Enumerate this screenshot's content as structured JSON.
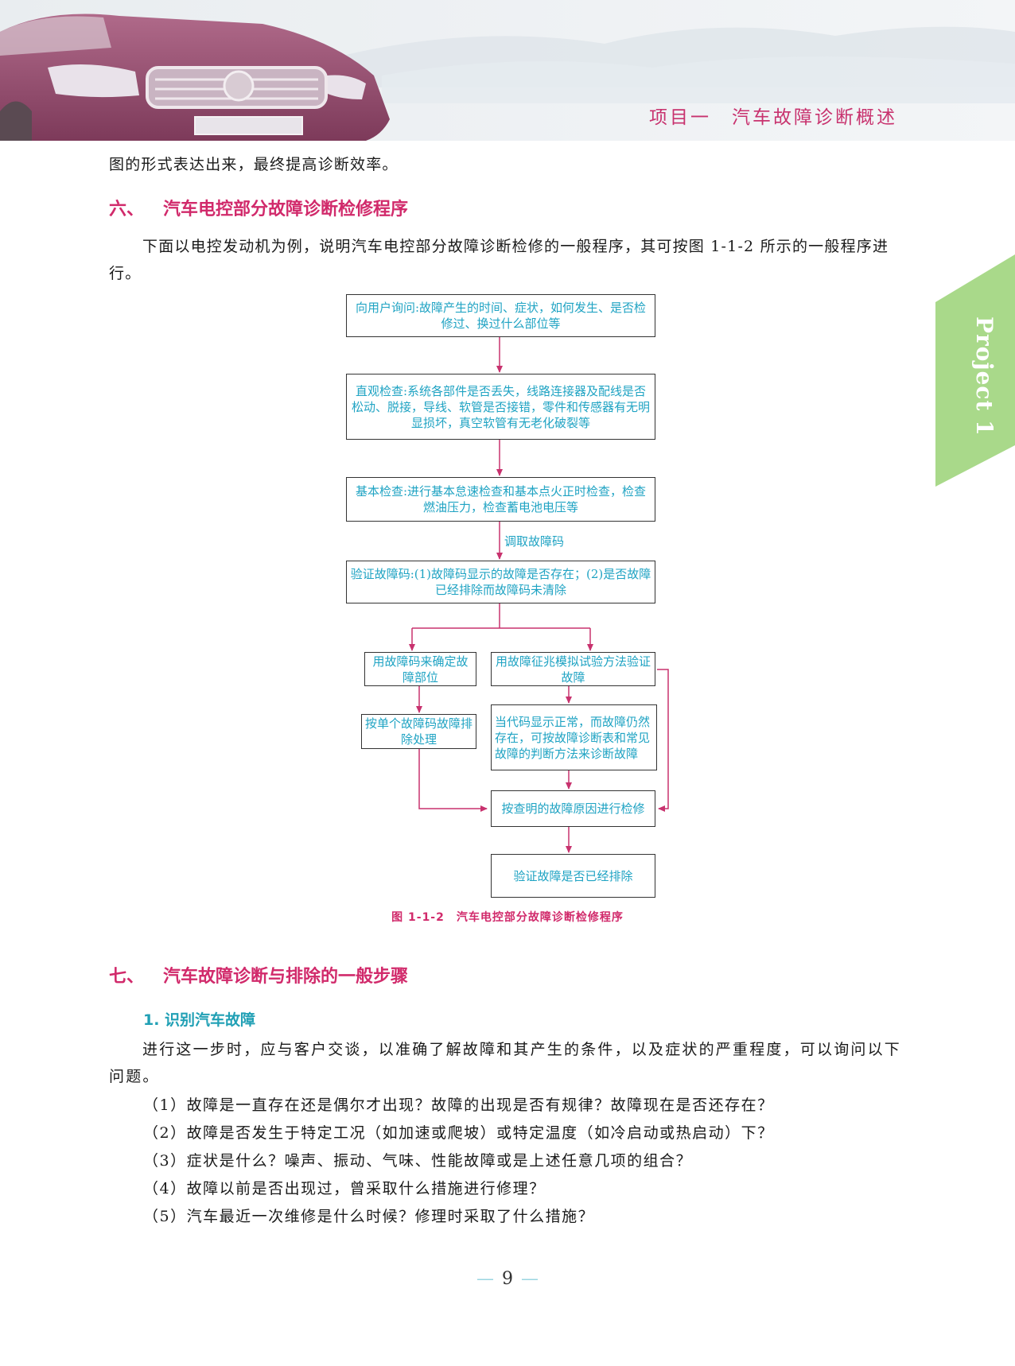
{
  "header": {
    "chapter_title": "项目一　汽车故障诊断概述"
  },
  "side_tab": {
    "label": "Project 1"
  },
  "intro_continuation": "图的形式表达出来，最终提高诊断效率。",
  "section6": {
    "number": "六、",
    "title": "汽车电控部分故障诊断检修程序",
    "paragraph": "下面以电控发动机为例，说明汽车电控部分故障诊断检修的一般程序，其可按图 1-1-2 所示的一般程序进行。"
  },
  "flowchart": {
    "box1": "向用户询问:故障产生的时间、症状，如何发生、是否检修过、换过什么部位等",
    "box2": "直观检查:系统各部件是否丢失，线路连接器及配线是否松动、脱接，导线、软管是否接错，零件和传感器有无明显损坏，真空软管有无老化破裂等",
    "box3": "基本检查:进行基本怠速检查和基本点火正时检查，检查燃油压力，检查蓄电池电压等",
    "arrow_label": "调取故障码",
    "box4": "验证故障码:(1)故障码显示的故障是否存在；(2)是否故障已经排除而故障码未清除",
    "box5a": "用故障码来确定故障部位",
    "box5b": "用故障征兆模拟试验方法验证故障",
    "box6a": "按单个故障码故障排除处理",
    "box6b": "当代码显示正常，而故障仍然存在，可按故障诊断表和常见故障的判断方法来诊断故障",
    "box7": "按查明的故障原因进行检修",
    "box8": "验证故障是否已经排除",
    "caption": "图 1-1-2　汽车电控部分故障诊断检修程序"
  },
  "section7": {
    "number": "七、",
    "title": "汽车故障诊断与排除的一般步骤",
    "sub1": "1. 识别汽车故障",
    "paragraph": "进行这一步时，应与客户交谈，以准确了解故障和其产生的条件，以及症状的严重程度，可以询问以下问题。",
    "items": [
      "（1）故障是一直存在还是偶尔才出现？故障的出现是否有规律？故障现在是否还存在？",
      "（2）故障是否发生于特定工况（如加速或爬坡）或特定温度（如冷启动或热启动）下？",
      "（3）症状是什么？噪声、振动、气味、性能故障或是上述任意几项的组合？",
      "（4）故障以前是否出现过，曾采取什么措施进行修理？",
      "（5）汽车最近一次维修是什么时候？修理时采取了什么措施？"
    ]
  },
  "footer": {
    "page_number": "9"
  },
  "colors": {
    "accent_pink": "#d12a6b",
    "accent_teal": "#21a0b5",
    "flow_text": "#1fa3c3",
    "flow_arrow": "#c8326e",
    "tab_green": "#a9d98a"
  }
}
